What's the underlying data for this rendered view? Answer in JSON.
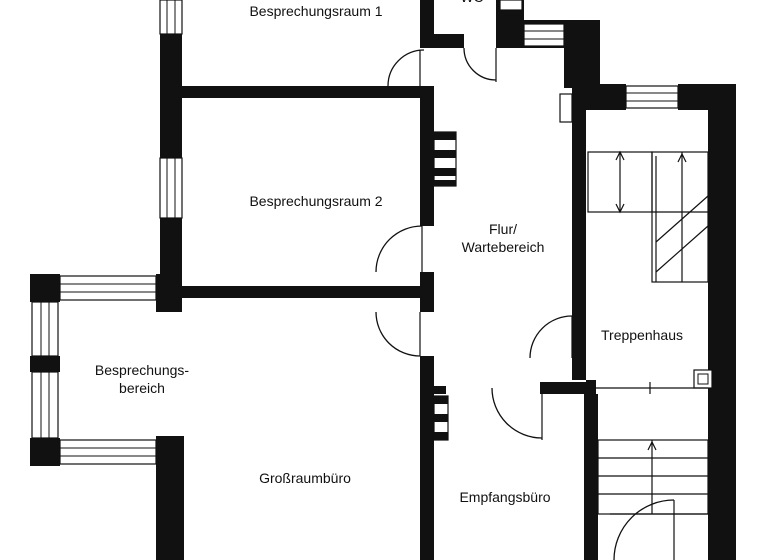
{
  "floorplan": {
    "rooms": {
      "meeting_room_1": "Besprechungsraum 1",
      "meeting_room_2": "Besprechungsraum 2",
      "corridor_line1": "Flur/",
      "corridor_line2": "Wartebereich",
      "staircase": "Treppenhaus",
      "meeting_area_line1": "Besprechungs-",
      "meeting_area_line2": "bereich",
      "open_office": "Großraumbüro",
      "reception": "Empfangsbüro",
      "wc_partial": "WC"
    },
    "colors": {
      "wall": "#111111",
      "background": "#ffffff"
    }
  }
}
